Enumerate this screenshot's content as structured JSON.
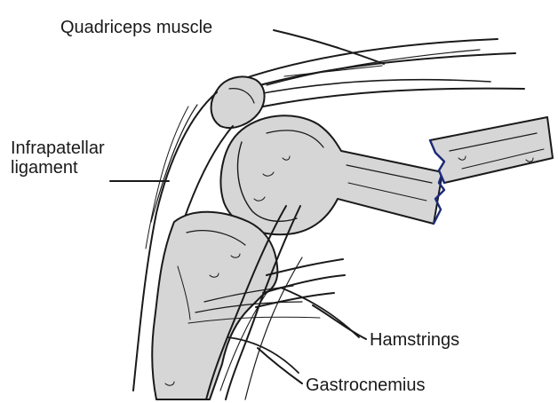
{
  "labels": {
    "quadriceps": "Quadriceps muscle",
    "infrapatellar_line1": "Infrapatellar",
    "infrapatellar_line2": "ligament",
    "hamstrings": "Hamstrings",
    "gastrocnemius": "Gastrocnemius"
  },
  "colors": {
    "line": "#1a1a1a",
    "bone_fill": "#d6d6d6",
    "bone_shadow": "#bdbdbd",
    "fracture_edge": "#1c2a7a",
    "background": "#ffffff"
  }
}
